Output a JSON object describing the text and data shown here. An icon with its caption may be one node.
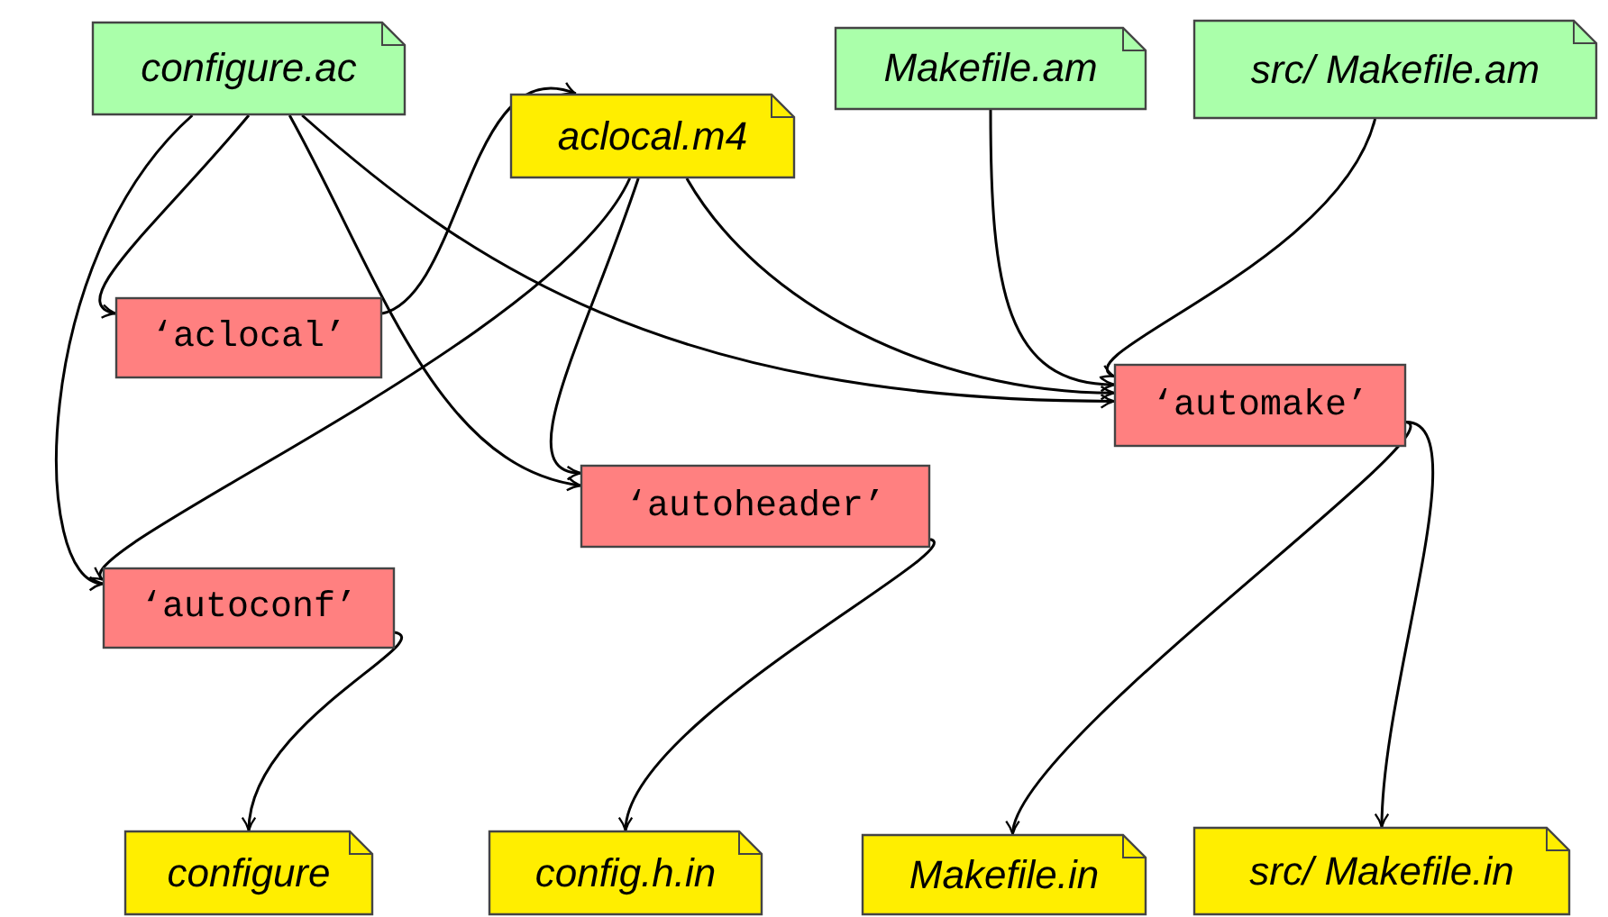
{
  "diagram": {
    "nodes": [
      {
        "text": [
          "configure.ac"
        ]
      },
      {
        "text": [
          "aclocal.m4"
        ]
      },
      {
        "text": [
          "Makefile.am"
        ]
      },
      {
        "text": [
          "src/ Makefile.am"
        ]
      },
      {
        "text": [
          "‘aclocal’"
        ]
      },
      {
        "text": [
          "‘automake’"
        ]
      },
      {
        "text": [
          "‘autoheader’"
        ]
      },
      {
        "text": [
          "‘autoconf’"
        ]
      },
      {
        "text": [
          "configure"
        ]
      },
      {
        "text": [
          "config.h.in"
        ]
      },
      {
        "text": [
          "Makefile.in"
        ]
      },
      {
        "text": [
          "src/ Makefile.in"
        ]
      }
    ],
    "edges": [
      {
        "from": 0,
        "to": 4,
        "arrow": "to"
      },
      {
        "from": 0,
        "to": 7,
        "arrow": "to"
      },
      {
        "from": 0,
        "to": 6,
        "arrow": "to"
      },
      {
        "from": 0,
        "to": 5,
        "arrow": "to"
      },
      {
        "from": 4,
        "to": 1,
        "arrow": "to"
      },
      {
        "from": 1,
        "to": 7,
        "arrow": "to"
      },
      {
        "from": 1,
        "to": 6,
        "arrow": "to"
      },
      {
        "from": 1,
        "to": 5,
        "arrow": "to"
      },
      {
        "from": 2,
        "to": 5,
        "arrow": "to"
      },
      {
        "from": 3,
        "to": 5,
        "arrow": "to"
      },
      {
        "from": 7,
        "to": 8,
        "arrow": "to"
      },
      {
        "from": 6,
        "to": 9,
        "arrow": "to"
      },
      {
        "from": 5,
        "to": 10,
        "arrow": "to"
      },
      {
        "from": 5,
        "to": 11,
        "arrow": "to"
      }
    ]
  }
}
